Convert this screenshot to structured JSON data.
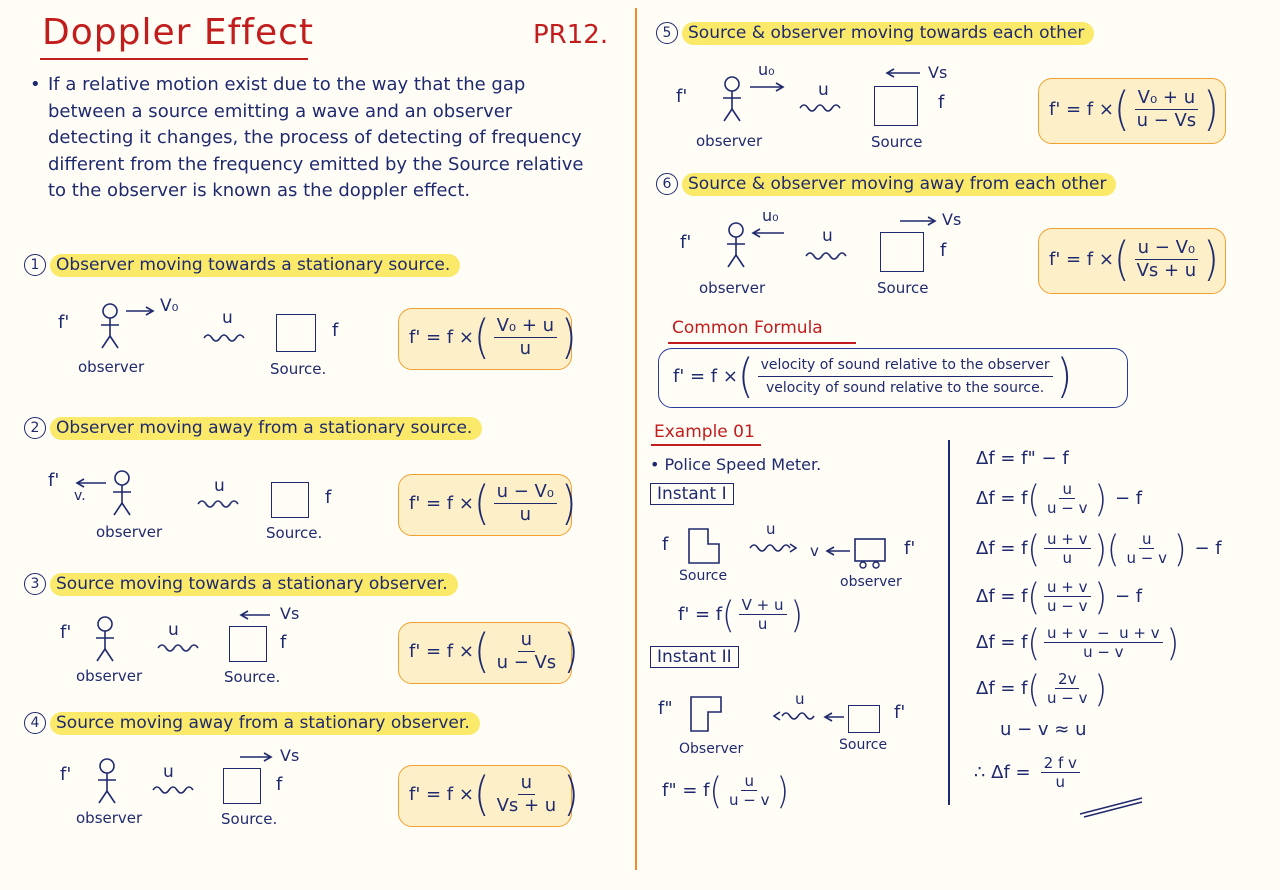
{
  "title": "Doppler Effect",
  "code": "PR12.",
  "intro": "If a relative motion exist due to the way that the gap between a source emitting a wave and an observer detecting it changes, the process of detecting of frequency different from the frequency emitted by the Source relative to the observer is known as the doppler effect.",
  "cases": [
    {
      "num": "1",
      "heading": "Observer moving towards a stationary source.",
      "f_prime": "f'",
      "velocity": "V₀",
      "wave": "u",
      "f": "f",
      "observer": "observer",
      "source": "Source.",
      "formula": {
        "lhs": "f' = f ×",
        "num": "V₀ + u",
        "den": "u"
      }
    },
    {
      "num": "2",
      "heading": "Observer moving away from a stationary source.",
      "f_prime": "f'",
      "velocity": "v.",
      "wave": "u",
      "f": "f",
      "observer": "observer",
      "source": "Source.",
      "formula": {
        "lhs": "f' = f ×",
        "num": "u − V₀",
        "den": "u"
      }
    },
    {
      "num": "3",
      "heading": "Source moving towards a stationary observer.",
      "f_prime": "f'",
      "velocity": "Vs",
      "wave": "u",
      "f": "f",
      "observer": "observer",
      "source": "Source.",
      "formula": {
        "lhs": "f' = f ×",
        "num": "u",
        "den": "u − Vs"
      }
    },
    {
      "num": "4",
      "heading": "Source moving away from a stationary observer.",
      "f_prime": "f'",
      "velocity": "Vs",
      "wave": "u",
      "f": "f",
      "observer": "observer",
      "source": "Source.",
      "formula": {
        "lhs": "f' = f ×",
        "num": "u",
        "den": "Vs + u"
      }
    },
    {
      "num": "5",
      "heading": "Source & observer moving towards each other",
      "f_prime": "f'",
      "velocity_o": "u₀",
      "velocity_s": "Vs",
      "wave": "u",
      "f": "f",
      "observer": "observer",
      "source": "Source",
      "formula": {
        "lhs": "f' = f ×",
        "num": "V₀ + u",
        "den": "u − Vs"
      }
    },
    {
      "num": "6",
      "heading": "Source & observer moving away from each other",
      "f_prime": "f'",
      "velocity_o": "u₀",
      "velocity_s": "Vs",
      "wave": "u",
      "f": "f",
      "observer": "observer",
      "source": "Source",
      "formula": {
        "lhs": "f' = f ×",
        "num": "u − V₀",
        "den": "Vs + u"
      }
    }
  ],
  "common": {
    "heading": "Common Formula",
    "lhs": "f' = f ×",
    "num": "velocity of sound relative to the observer",
    "den": "velocity of sound relative to the source."
  },
  "example": {
    "heading": "Example 01",
    "bullet": "Police Speed Meter.",
    "instant1": {
      "label": "Instant I",
      "f": "f",
      "wave": "u",
      "v": "v",
      "f_prime": "f'",
      "source": "Source",
      "observer": "observer",
      "eq_lhs": "f' = f",
      "num": "V + u",
      "den": "u"
    },
    "instant2": {
      "label": "Instant II",
      "f_dd": "f\"",
      "wave": "u",
      "f_prime": "f'",
      "observer": "Observer",
      "source": "Source",
      "eq_lhs": "f\" = f",
      "num": "u",
      "den": "u − v"
    },
    "derivation": [
      {
        "text": "Δf = f\" − f"
      },
      {
        "lhs": "Δf = f",
        "fracs": [
          {
            "num": "u",
            "den": "u − v"
          }
        ],
        "tail": "− f"
      },
      {
        "lhs": "Δf = f",
        "fracs": [
          {
            "num": "u + v",
            "den": "u"
          },
          {
            "num": "u",
            "den": "u − v"
          }
        ],
        "tail": "− f"
      },
      {
        "lhs": "Δf = f",
        "fracs": [
          {
            "num": "u + v",
            "den": "u − v"
          }
        ],
        "tail": "− f"
      },
      {
        "lhs": "Δf = f",
        "fracs": [
          {
            "num": "u + v  −  u + v",
            "den": "u − v"
          }
        ],
        "tail": ""
      },
      {
        "lhs": "Δf = f",
        "fracs": [
          {
            "num": "2v",
            "den": "u − v"
          }
        ],
        "tail": ""
      },
      {
        "text": "u − v ≈ u"
      },
      {
        "lhs": "∴ Δf =",
        "plainfrac": {
          "num": "2 f v",
          "den": "u"
        }
      }
    ]
  },
  "colors": {
    "red": "#c21d1d",
    "ink": "#1f2a6e",
    "highlight": "#fbe96a",
    "orange": "#f0a030"
  }
}
